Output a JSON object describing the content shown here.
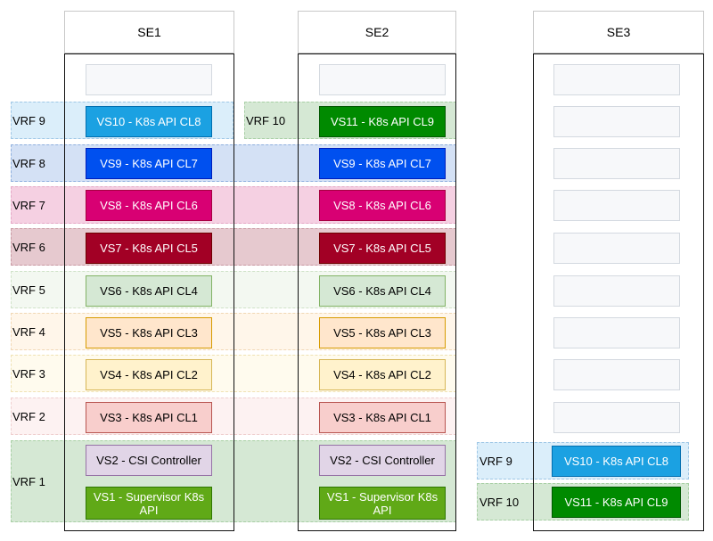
{
  "columns": [
    {
      "id": "se1",
      "title": "SE1"
    },
    {
      "id": "se2",
      "title": "SE2"
    },
    {
      "id": "se3",
      "title": "SE3"
    }
  ],
  "vrf_labels": {
    "vrf9": "VRF 9",
    "vrf10": "VRF 10",
    "vrf8": "VRF 8",
    "vrf7": "VRF 7",
    "vrf6": "VRF 6",
    "vrf5": "VRF 5",
    "vrf4": "VRF 4",
    "vrf3": "VRF 3",
    "vrf2": "VRF 2",
    "vrf1": "VRF 1"
  },
  "virtual_services": {
    "vs10": "VS10 - K8s API CL8",
    "vs11": "VS11 - K8s API CL9",
    "vs9": "VS9 - K8s API CL7",
    "vs8_se1": "VS8  - K8s API CL6",
    "vs8": "VS8 - K8s API CL6",
    "vs7": "VS7 - K8s API CL5",
    "vs6": "VS6 - K8s API CL4",
    "vs5": "VS5 - K8s API CL3",
    "vs4": "VS4 - K8s API CL2",
    "vs3": "VS3 - K8s API CL1",
    "vs2": "VS2 - CSI Controller",
    "vs1": "VS1 - Supervisor K8s\nAPI"
  },
  "colors": {
    "vrf9": {
      "band": "#dbeefa",
      "box": "#1ba1e2",
      "border": "#006eaf",
      "text": "#ffffff"
    },
    "vrf10": {
      "band": "#d5e8d4",
      "box": "#008a00",
      "border": "#005700",
      "text": "#ffffff"
    },
    "vrf8": {
      "band": "#d4e1f5",
      "box": "#0050ef",
      "border": "#001dbc",
      "text": "#ffffff"
    },
    "vrf7": {
      "band": "#f5d0e2",
      "box": "#d80073",
      "border": "#a50040",
      "text": "#ffffff"
    },
    "vrf6": {
      "band": "#e6c9cf",
      "box": "#a20025",
      "border": "#6f0000",
      "text": "#ffffff"
    },
    "vrf5": {
      "band": "#f3f8f1",
      "box": "#d5e8d4",
      "border": "#82b366",
      "text": "#000000"
    },
    "vrf4": {
      "band": "#fff6ea",
      "box": "#ffe6cc",
      "border": "#d79b00",
      "text": "#000000"
    },
    "vrf3": {
      "band": "#fffbee",
      "box": "#fff2cc",
      "border": "#d6b656",
      "text": "#000000"
    },
    "vrf2": {
      "band": "#fdf2f2",
      "box": "#f8cecc",
      "border": "#b85450",
      "text": "#000000"
    },
    "vrf1": {
      "band": "#d5e8d4",
      "box_csi": "#e1d5e7",
      "border_csi": "#9673a6",
      "box_sup": "#60a917",
      "border_sup": "#2d7600"
    }
  }
}
